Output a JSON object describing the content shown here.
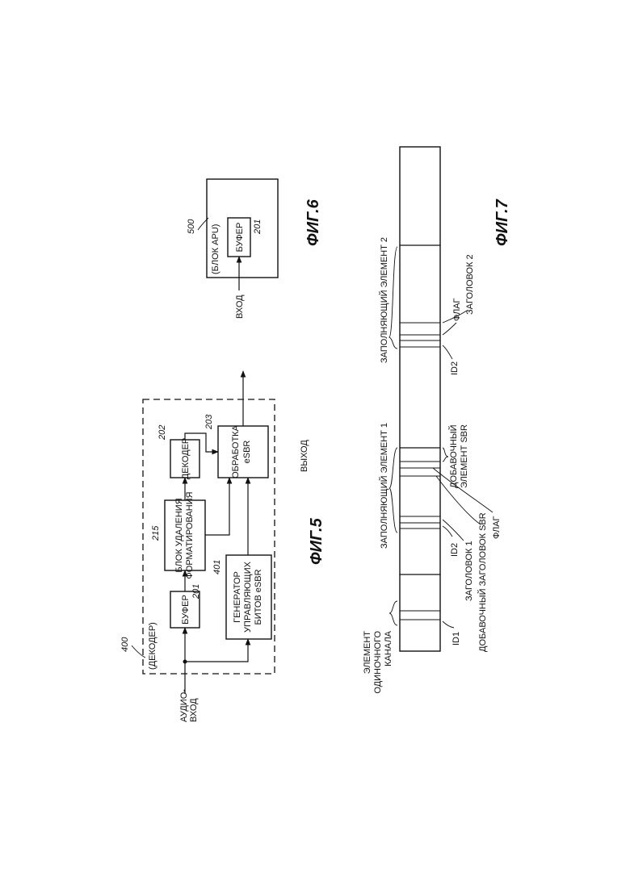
{
  "fig5": {
    "caption": "ФИГ.5",
    "decoder_ref": "400",
    "decoder_label": "(ДЕКОДЕР)",
    "audio_input": [
      "АУДИО-",
      "ВХОД"
    ],
    "buffer": {
      "label": "БУФЕР",
      "ref": "201"
    },
    "deformatter": {
      "label": [
        "БЛОК УДАЛЕНИЯ",
        "ФОРМАТИРОВАНИЯ"
      ],
      "ref": "215"
    },
    "decoder_block": {
      "label": "ДЕКОДЕР",
      "ref": "202"
    },
    "esbr_processing": {
      "label": [
        "ОБРАБОТКА",
        "eSBR"
      ],
      "ref": "203"
    },
    "control_bits_generator": {
      "label": [
        "ГЕНЕРАТОР",
        "УПРАВЛЯЮЩИХ",
        "БИТОВ eSBR"
      ],
      "ref": "401"
    },
    "output": "ВЫХОД"
  },
  "fig6": {
    "caption": "ФИГ.6",
    "apu_ref": "500",
    "apu_label": "(БЛОК APU)",
    "buffer": {
      "label": "БУФЕР",
      "ref": "201"
    },
    "input": "ВХОД"
  },
  "fig7": {
    "caption": "ФИГ.7",
    "single_channel_element": [
      "ЭЛЕМЕНТ",
      "ОДИНОЧНОГО",
      "КАНАЛА"
    ],
    "fill_element_1": "ЗАПОЛНЯЮЩИЙ ЭЛЕМЕНТ 1",
    "fill_element_2": "ЗАПОЛНЯЮЩИЙ ЭЛЕМЕНТ 2",
    "id1": "ID1",
    "id2_a": "ID2",
    "id2_b": "ID2",
    "header1": "ЗАГОЛОВОК 1",
    "header2": "ЗАГОЛОВОК 2",
    "extra_sbr_header": "ДОБАВОЧНЫЙ ЗАГОЛОВОК SBR",
    "flag_a": "ФЛАГ",
    "flag_b": "ФЛАГ",
    "extra_sbr_element": [
      "ДОБАВОЧНЫЙ",
      "ЭЛЕМЕНТ SBR"
    ]
  }
}
